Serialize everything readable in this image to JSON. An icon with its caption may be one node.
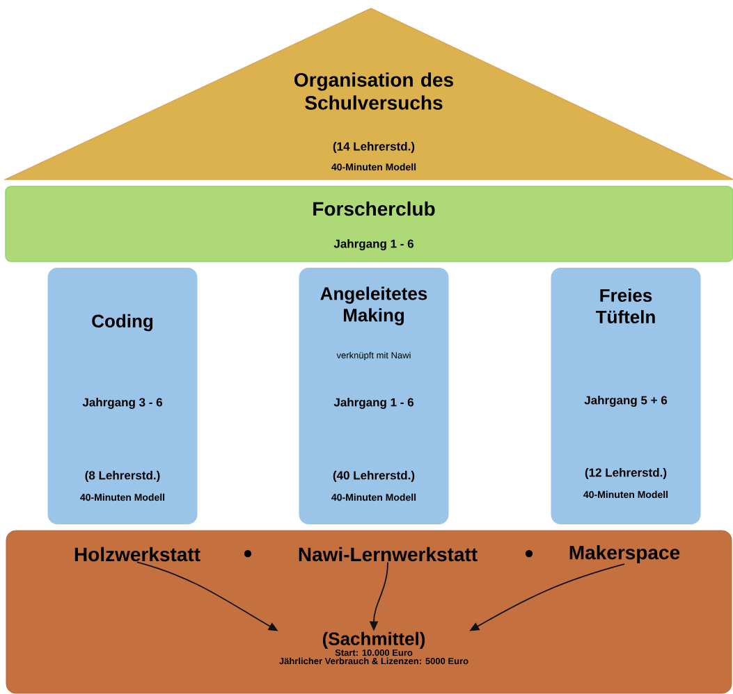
{
  "diagram": {
    "nodes": [
      {
        "text": [
          "Organisation des Schulversuchs",
          "(14 Lehrerstd.)",
          "40-Minuten Modell"
        ]
      },
      {
        "text": [
          "Forscherclub",
          "Jahrgang 1 - 6"
        ]
      },
      {
        "text": [
          "Coding",
          "Jahrgang 3 - 6",
          "(8 Lehrerstd.)",
          "40-Minuten Modell"
        ]
      },
      {
        "text": [
          "Angeleitetes Making",
          "verknüpft mit Nawi",
          "Jahrgang 1 - 6",
          "(40 Lehrerstd.)",
          "40-Minuten Modell"
        ]
      },
      {
        "text": [
          "Freies Tüfteln",
          "Jahrgang 5 + 6",
          "(12 Lehrerstd.)",
          "40-Minuten Modell"
        ]
      },
      {
        "text": [],
        "shape": "box"
      },
      {
        "text": [
          "Holzwerkstatt"
        ],
        "in": 5
      },
      {
        "text": [
          "Nawi-Lernwerkstatt"
        ],
        "in": 5
      },
      {
        "text": [
          "Makerspace"
        ],
        "in": 5
      },
      {
        "text": [
          "(Sachmittel)",
          "Start: 10.000 Euro",
          "Jährlicher Verbrauch & Lizenzen: 5000 Euro"
        ],
        "in": 5
      }
    ],
    "edges": [
      {
        "from": 6,
        "to": 9,
        "arrow": "to"
      },
      {
        "from": 7,
        "to": 9,
        "arrow": "to"
      },
      {
        "from": 8,
        "to": 9,
        "arrow": "to"
      }
    ],
    "labels": [
      "●",
      "●"
    ]
  }
}
